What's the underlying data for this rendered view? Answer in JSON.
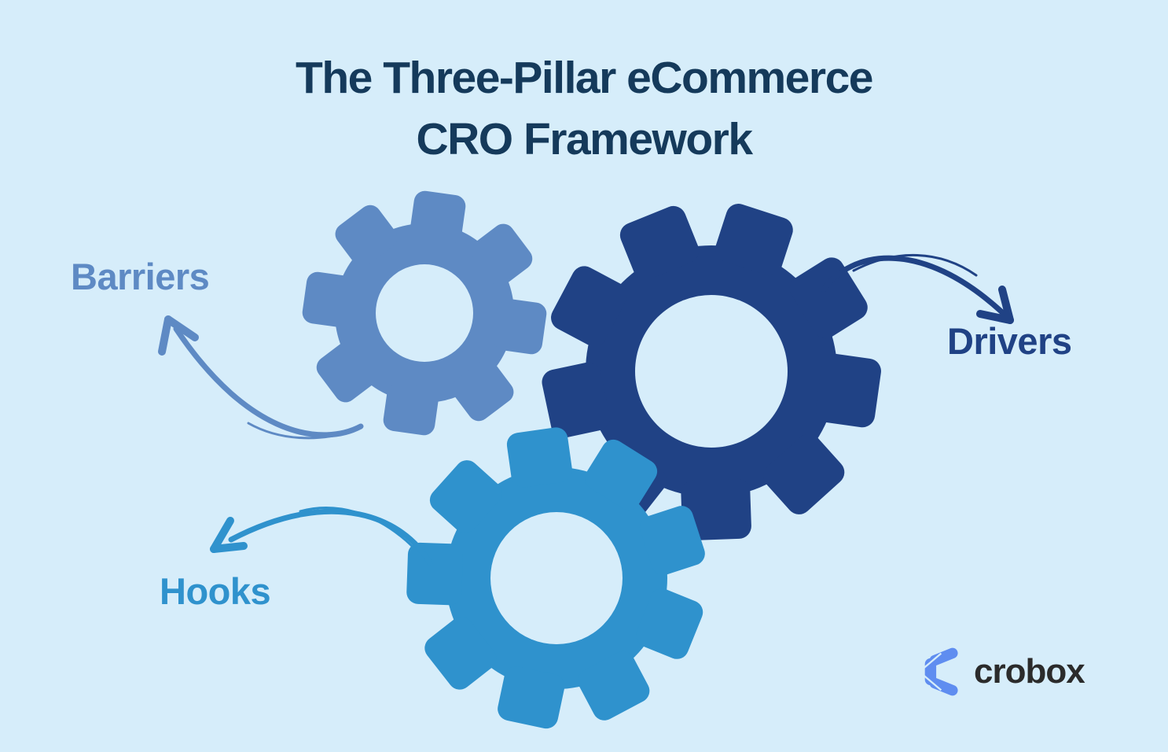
{
  "title": {
    "line1": "The Three-Pillar eCommerce",
    "line2": "CRO Framework"
  },
  "labels": {
    "barriers": "Barriers",
    "drivers": "Drivers",
    "hooks": "Hooks"
  },
  "logo": {
    "brand": "crobox"
  },
  "icons": {
    "gears": [
      "barriers-gear",
      "drivers-gear",
      "hooks-gear"
    ],
    "arrows": [
      "barriers-arrow",
      "drivers-arrow",
      "hooks-arrow"
    ],
    "logo_mark": "crobox-hexagon-c-mark"
  },
  "colors": {
    "background": "#D6EDFA",
    "title": "#153A5B",
    "barriers": "#5E8AC4",
    "drivers": "#204285",
    "hooks": "#2F92CD",
    "logo_mark": "#5F8DF0",
    "logo_text": "#2B2B2B"
  }
}
